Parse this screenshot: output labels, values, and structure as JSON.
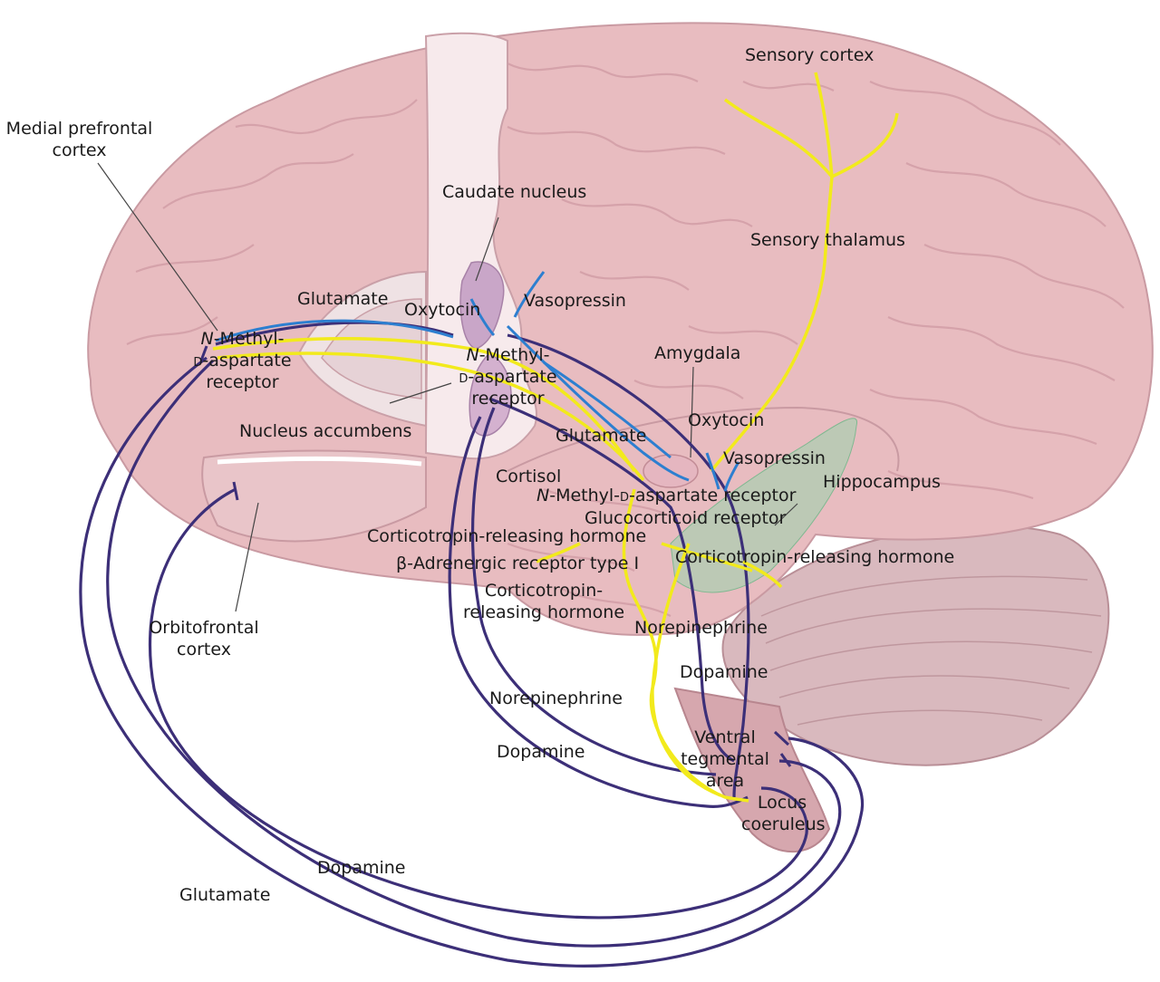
{
  "labels": {
    "medial_prefrontal_1": "Medial prefrontal",
    "medial_prefrontal_2": "cortex",
    "caudate": "Caudate nucleus",
    "sensory_cortex": "Sensory cortex",
    "sensory_thalamus": "Sensory thalamus",
    "glutamate_top": "Glutamate",
    "oxytocin_top": "Oxytocin",
    "vasopressin_top": "Vasopressin",
    "nmda_left_n": "N",
    "nmda_left_1": "-Methyl-",
    "nmda_left_d": "d",
    "nmda_left_2": "-aspartate",
    "nmda_left_3": "receptor",
    "nmda_mid_n": "N",
    "nmda_mid_1": "-Methyl-",
    "nmda_mid_d": "d",
    "nmda_mid_2": "-aspartate",
    "nmda_mid_3": "receptor",
    "amygdala": "Amygdala",
    "nucleus_accumbens": "Nucleus accumbens",
    "glutamate_mid": "Glutamate",
    "oxytocin_right": "Oxytocin",
    "vasopressin_right": "Vasopressin",
    "hippocampus": "Hippocampus",
    "cortisol": "Cortisol",
    "nmda_right_n": "N",
    "nmda_right_1": "-Methyl-",
    "nmda_right_d": "d",
    "nmda_right_2": "-aspartate receptor",
    "glucocorticoid": "Glucocorticoid receptor",
    "crh_1": "Corticotropin-releasing hormone",
    "beta_adrenergic": "β-Adrenergic receptor type I",
    "crh_right": "Corticotropin-releasing hormone",
    "crh_split_1": "Corticotropin-",
    "crh_split_2": "releasing hormone",
    "norepinephrine_right": "Norepinephrine",
    "dopamine_right": "Dopamine",
    "norepinephrine_mid": "Norepinephrine",
    "dopamine_mid": "Dopamine",
    "vta_1": "Ventral",
    "vta_2": "tegmental",
    "vta_3": "area",
    "lc_1": "Locus",
    "lc_2": "coeruleus",
    "orbitofrontal_1": "Orbitofrontal",
    "orbitofrontal_2": "cortex",
    "dopamine_bottom": "Dopamine",
    "glutamate_bottom": "Glutamate"
  },
  "colors": {
    "brain": "#e8bcc0",
    "brain_shade": "#d29aa2",
    "cut_surface": "#f6e8ea",
    "pathway_purple": "#3c2f78",
    "pathway_yellow": "#f2ea1c",
    "pathway_blue": "#2d7fd0",
    "hippocampus_green": "#9fd2ae",
    "cerebellum": "#d7b7bd"
  }
}
